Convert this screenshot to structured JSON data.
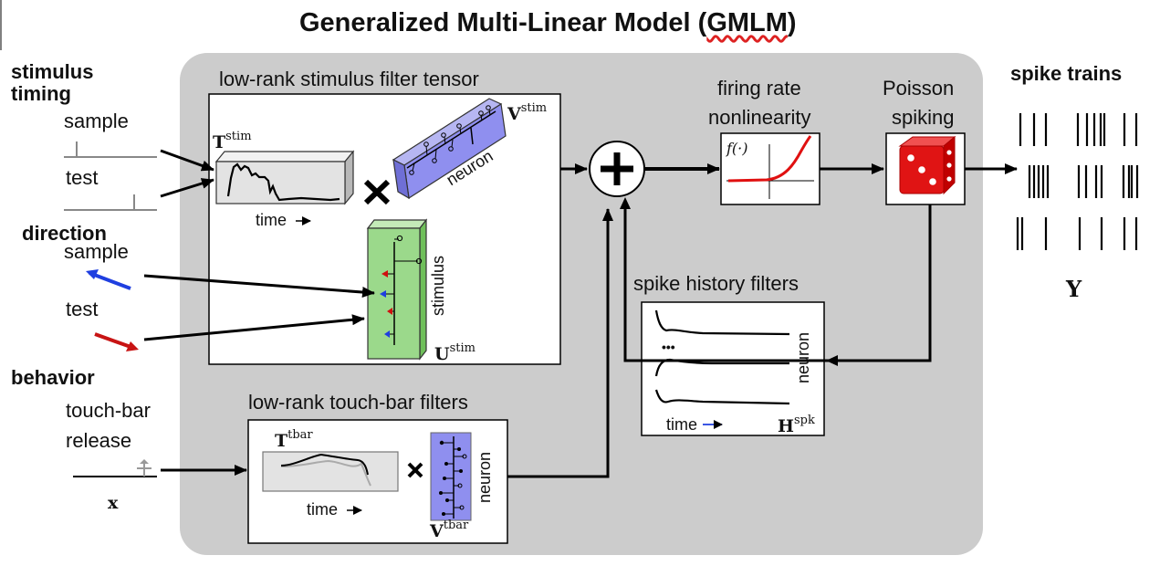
{
  "title": {
    "text_before": "Generalized Multi-Linear Model (",
    "abbrev": "GMLM",
    "text_after": ")"
  },
  "inputs": {
    "stimulus_timing": {
      "heading_line1": "stimulus",
      "heading_line2": "timing",
      "sample": "sample",
      "test": "test"
    },
    "direction": {
      "heading": "direction",
      "sample": "sample",
      "test": "test"
    },
    "behavior": {
      "heading": "behavior",
      "label_line1": "touch-bar",
      "label_line2": "release",
      "symbol": "x"
    }
  },
  "stim_tensor": {
    "title": "low-rank stimulus filter tensor",
    "T_base": "T",
    "T_sup": "stim",
    "V_base": "V",
    "V_sup": "stim",
    "U_base": "U",
    "U_sup": "stim",
    "time_label": "time",
    "neuron_label": "neuron",
    "stimulus_label": "stimulus",
    "product_symbol": "x"
  },
  "touchbar": {
    "title": "low-rank touch-bar filters",
    "T_base": "T",
    "T_sup": "tbar",
    "V_base": "V",
    "V_sup": "tbar",
    "time_label": "time",
    "neuron_label": "neuron",
    "product_symbol": "x"
  },
  "nonlinearity": {
    "line1": "firing rate",
    "line2": "nonlinearity",
    "fn_label": "f(·)"
  },
  "poisson": {
    "line1": "Poisson",
    "line2": "spiking"
  },
  "spike_history": {
    "title": "spike history filters",
    "time_label": "time",
    "neuron_label": "neuron",
    "ellipsis": "•••",
    "H_base": "H",
    "H_sup": "spk"
  },
  "output": {
    "title": "spike trains",
    "symbol": "Y"
  },
  "colors": {
    "panel_bg": "#cccccc",
    "V_box": "#8f8fef",
    "U_box": "#9bd98b",
    "nonlinearity_curve": "#e01010",
    "die": "#e01414",
    "arrow_blue": "#1f3fe0",
    "arrow_red": "#c81414"
  }
}
